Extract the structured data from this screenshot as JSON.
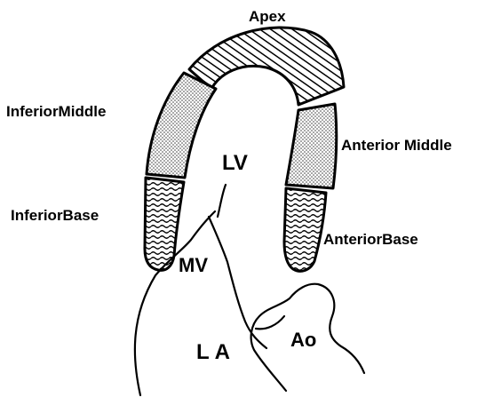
{
  "segments": [
    {
      "key": "apex",
      "label": "Apex",
      "pattern": "diagonal-hatch"
    },
    {
      "key": "inferior_middle",
      "label": "InferiorMiddle",
      "pattern": "dots"
    },
    {
      "key": "inferior_base",
      "label": "InferiorBase",
      "pattern": "waves"
    },
    {
      "key": "anterior_middle",
      "label": "Anterior Middle",
      "pattern": "dots"
    },
    {
      "key": "anterior_base",
      "label": "AnteriorBase",
      "pattern": "waves"
    }
  ],
  "chambers": {
    "lv": "LV",
    "mv": "MV",
    "la": "LA",
    "ao": "Ao"
  },
  "colors": {
    "ink": "#000000",
    "background": "#ffffff"
  }
}
